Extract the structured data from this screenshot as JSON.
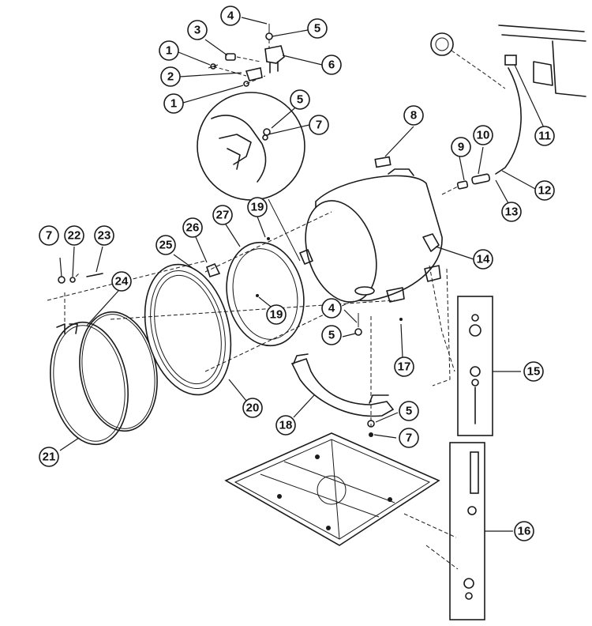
{
  "diagram": {
    "type": "exploded-parts-diagram",
    "colors": {
      "ink": "#1a1a1a",
      "paper": "#ffffff"
    },
    "callouts": [
      {
        "id": "c1a",
        "label": "1"
      },
      {
        "id": "c1b",
        "label": "1"
      },
      {
        "id": "c2",
        "label": "2"
      },
      {
        "id": "c3",
        "label": "3"
      },
      {
        "id": "c4a",
        "label": "4"
      },
      {
        "id": "c4b",
        "label": "4"
      },
      {
        "id": "c5a",
        "label": "5"
      },
      {
        "id": "c5b",
        "label": "5"
      },
      {
        "id": "c5c",
        "label": "5"
      },
      {
        "id": "c5d",
        "label": "5"
      },
      {
        "id": "c6",
        "label": "6"
      },
      {
        "id": "c7a",
        "label": "7"
      },
      {
        "id": "c7b",
        "label": "7"
      },
      {
        "id": "c7c",
        "label": "7"
      },
      {
        "id": "c8",
        "label": "8"
      },
      {
        "id": "c9",
        "label": "9"
      },
      {
        "id": "c10",
        "label": "10"
      },
      {
        "id": "c11",
        "label": "11"
      },
      {
        "id": "c12",
        "label": "12"
      },
      {
        "id": "c13",
        "label": "13"
      },
      {
        "id": "c14",
        "label": "14"
      },
      {
        "id": "c15",
        "label": "15"
      },
      {
        "id": "c16",
        "label": "16"
      },
      {
        "id": "c17",
        "label": "17"
      },
      {
        "id": "c18",
        "label": "18"
      },
      {
        "id": "c19a",
        "label": "19"
      },
      {
        "id": "c19b",
        "label": "19"
      },
      {
        "id": "c20",
        "label": "20"
      },
      {
        "id": "c21",
        "label": "21"
      },
      {
        "id": "c22",
        "label": "22"
      },
      {
        "id": "c23",
        "label": "23"
      },
      {
        "id": "c24",
        "label": "24"
      },
      {
        "id": "c25",
        "label": "25"
      },
      {
        "id": "c26",
        "label": "26"
      },
      {
        "id": "c27",
        "label": "27"
      }
    ]
  }
}
